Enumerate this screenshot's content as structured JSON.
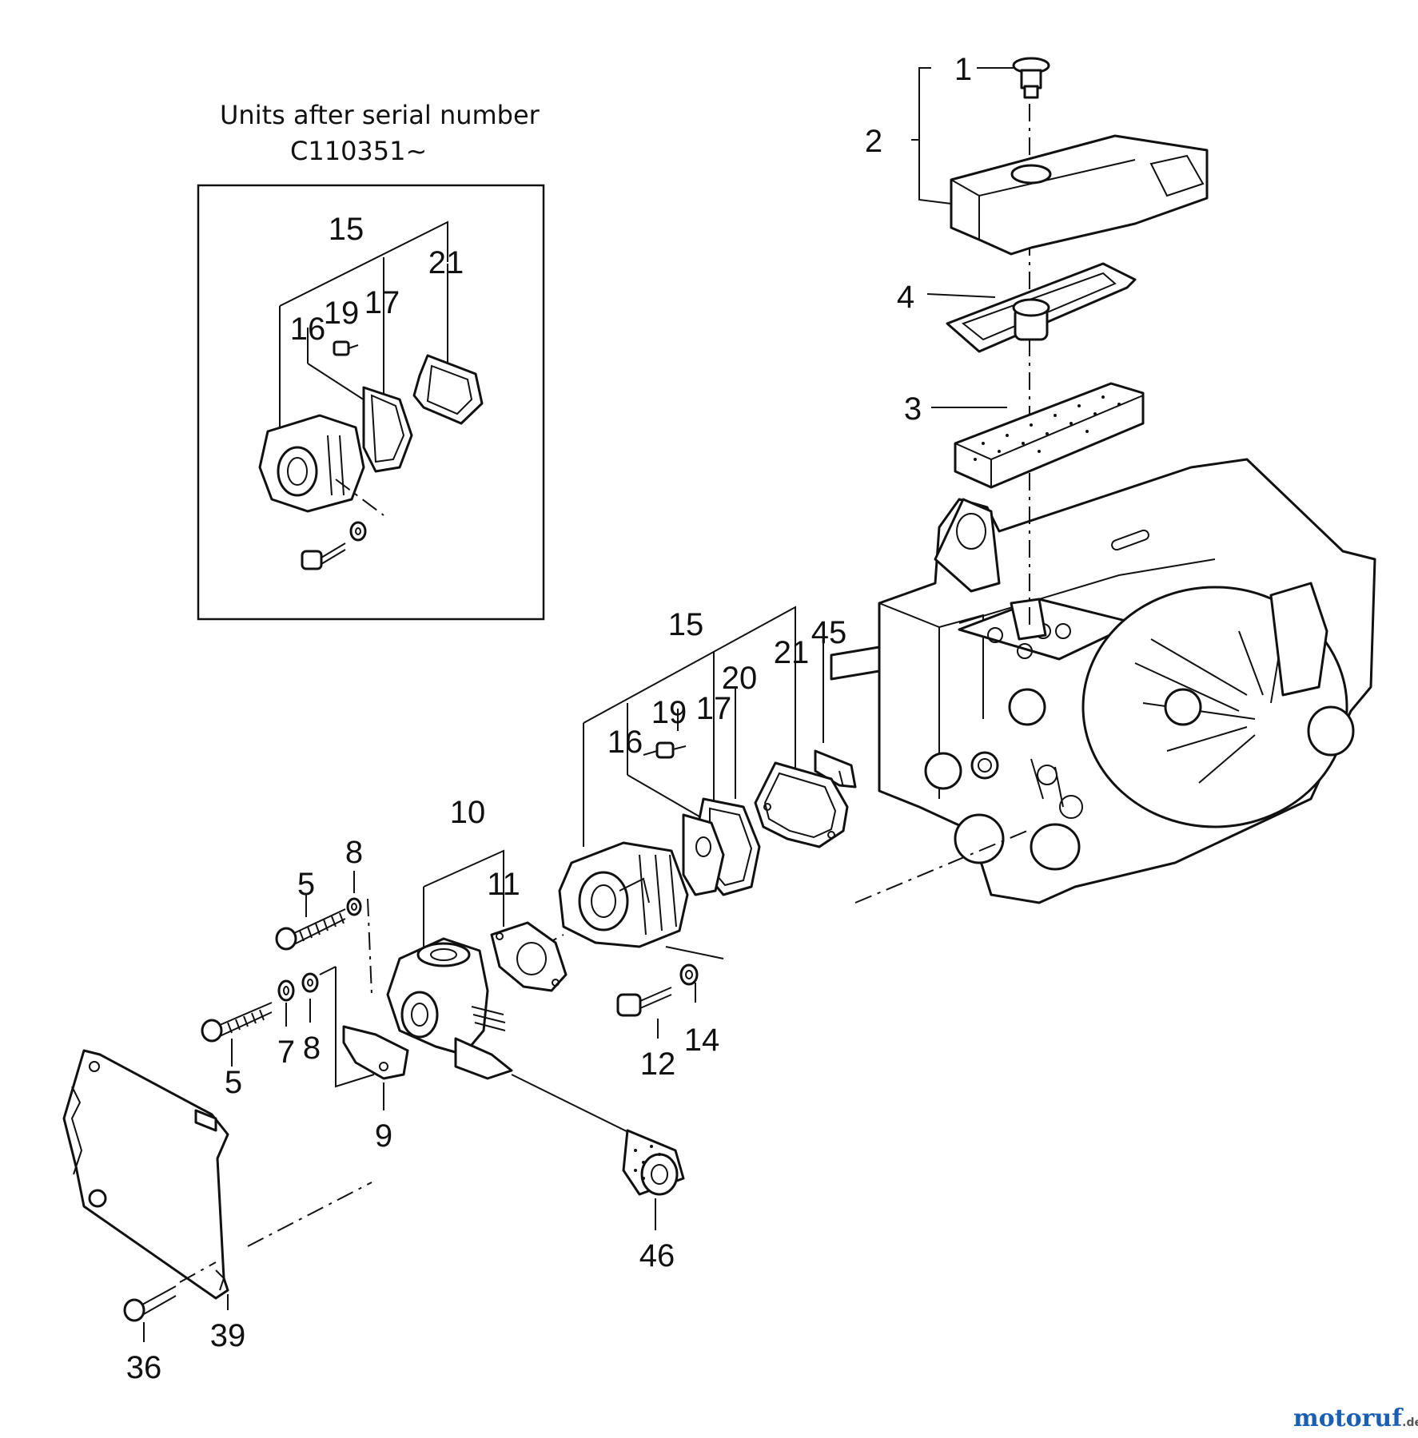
{
  "inset": {
    "caption_line1": "Units after serial number",
    "caption_line2": "C110351~",
    "callouts": [
      "15",
      "21",
      "19",
      "17",
      "16"
    ]
  },
  "callouts": [
    "1",
    "2",
    "4",
    "3",
    "15",
    "45",
    "21",
    "20",
    "19",
    "17",
    "16",
    "10",
    "8",
    "5",
    "11",
    "7",
    "8",
    "5",
    "12",
    "14",
    "9",
    "46",
    "39",
    "36"
  ],
  "watermark": {
    "brand": "motoruf",
    "suffix": ".de"
  },
  "colors": {
    "line": "#111111",
    "brand_o": "#1a5fb4",
    "brand_t": "#c01c28"
  }
}
